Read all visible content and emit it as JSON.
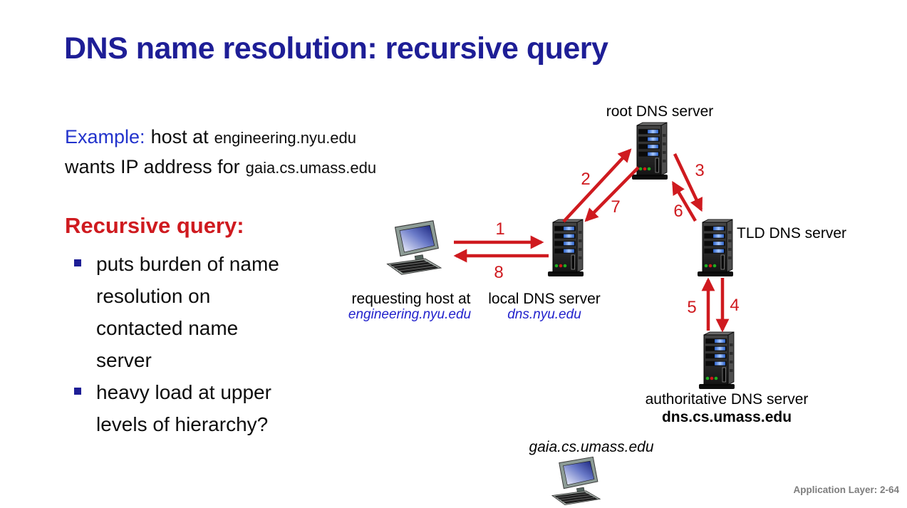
{
  "slide": {
    "title": "DNS name resolution: recursive query",
    "footer": "Application Layer: 2-64"
  },
  "example": {
    "lead": "Example:",
    "seg1": "host at",
    "host_domain": "engineering.nyu.edu",
    "seg2": "wants IP address for",
    "target_domain": "gaia.cs.umass.edu"
  },
  "recursive": {
    "heading": "Recursive query:",
    "bullets": [
      {
        "text": "puts burden of name\nresolution on\ncontacted name\nserver"
      },
      {
        "text": "heavy load at upper\nlevels of hierarchy?"
      }
    ]
  },
  "diagram": {
    "root": {
      "label": "root DNS server"
    },
    "local": {
      "label": "local DNS server",
      "domain": "dns.nyu.edu"
    },
    "tld": {
      "label": "TLD DNS server"
    },
    "authoritative": {
      "label": "authoritative DNS server",
      "domain": "dns.cs.umass.edu"
    },
    "requesting_host": {
      "label": "requesting host at",
      "domain": "engineering.nyu.edu"
    },
    "resolved_host": {
      "label": "gaia.cs.umass.edu"
    },
    "steps": [
      "1",
      "2",
      "3",
      "4",
      "5",
      "6",
      "7",
      "8"
    ]
  },
  "colors": {
    "title_navy": "#1e1e96",
    "accent_blue": "#2222cc",
    "arrow_red": "#cf1a1f",
    "bullet_navy": "#1e1e96",
    "footer_gray": "#7d7d7d"
  }
}
